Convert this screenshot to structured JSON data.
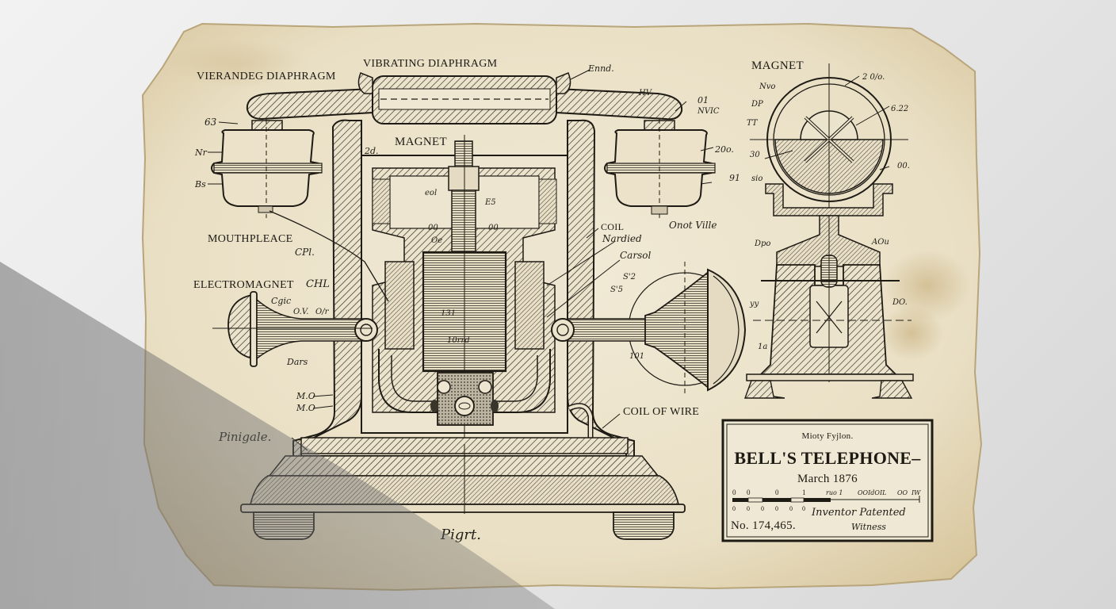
{
  "drawing": {
    "subject": "Bell's telephone patent drawing",
    "colors": {
      "paper": "#ece3cc",
      "paper_edge": "#c9b58a",
      "ink": "#1e1b15",
      "background": "#e6e6e6",
      "shadow": "#8a8a8a"
    },
    "labels": {
      "vierandeg_diaphragm": "VIERANDEG DIAPHRAGM",
      "vibrating_diaphragm": "VIBRATING DIAPHRAGM",
      "magnet_center": "MAGNET",
      "magnet_right": "MAGNET",
      "mouthpleace": "MOUTHPLEACE",
      "electromagnet": "ELECTROMAGNET",
      "coil": "COIL",
      "coil_of_wire": "COIL OF WIRE"
    },
    "annotations": {
      "a_63": "63",
      "a_nv": "Nr",
      "a_bs": "Bs",
      "a_24": "2d.",
      "a_ennd": "Ennd.",
      "a_hv": "HV",
      "a_01": "01",
      "a_nvic": "NVIC",
      "a_20o": "20o.",
      "a_91": "91",
      "a_cpl": "CPl.",
      "a_cal": "CHL",
      "a_cgic": "Cgic",
      "a_dv": "O.V.",
      "a_dr": "O/r",
      "a_dars": "Dars",
      "a_ac1": "M.O",
      "a_ac2": "M.O",
      "a_pinigale": "Pinigale.",
      "a_pigrt": "Pigrt.",
      "a_nardied": "Nardied",
      "a_carsol": "Carsol",
      "a_onot": "Onot Ville",
      "a_s2": "S'2",
      "a_s5": "S'5",
      "a_101": "101",
      "a_00a": "00",
      "a_00b": "00",
      "a_031": "Oe",
      "a_e5": "E5",
      "a_eol": "eol",
      "a_131": "131",
      "a_rrd": "10rrd",
      "r_200": "2 0/o.",
      "r_nvo": "Nvo",
      "r_dp": "DP",
      "r_tt": "TT",
      "r_622": "6.22",
      "r_30": "30",
      "r_00": "00.",
      "r_sio": "sio",
      "r_dpo": "Dpo",
      "r_aou": "AOu",
      "r_yy": "yy",
      "r_do": "DO.",
      "r_1a": "1a"
    },
    "title_block": {
      "subtitle": "Mioty Fyjlon.",
      "title": "BELL'S TELEPHONE–",
      "date": "March 1876",
      "scale_top": [
        "0",
        "0",
        "0",
        "1",
        "ruo 1",
        "OOIdOIL",
        "OO",
        "IW"
      ],
      "scale_bottom": [
        "0",
        "0",
        "0",
        "0",
        "0",
        "0"
      ],
      "patent_no": "No. 174,465.",
      "signature_1": "Inventor Patented",
      "signature_2": "Witness"
    }
  }
}
